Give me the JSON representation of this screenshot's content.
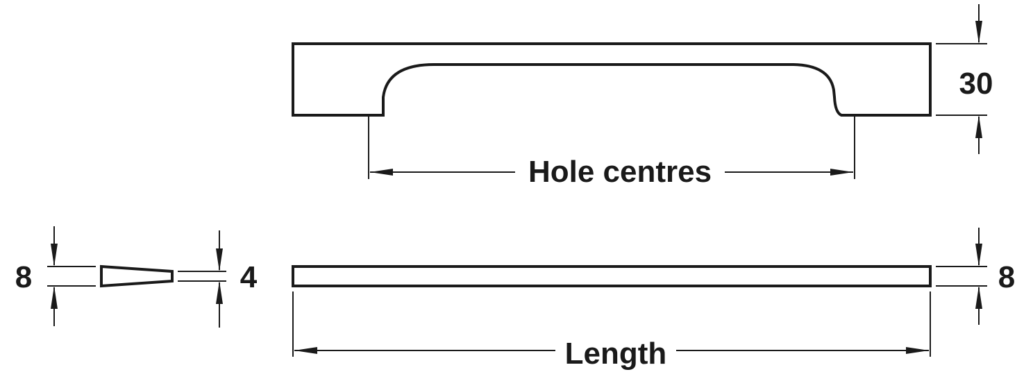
{
  "labels": {
    "hole_centres": "Hole centres",
    "length": "Length",
    "height": "30",
    "bar_thickness": "8",
    "profile_thick_end": "8",
    "profile_thin_end": "4"
  },
  "colors": {
    "line": "#1a1a1a",
    "background": "#ffffff"
  }
}
